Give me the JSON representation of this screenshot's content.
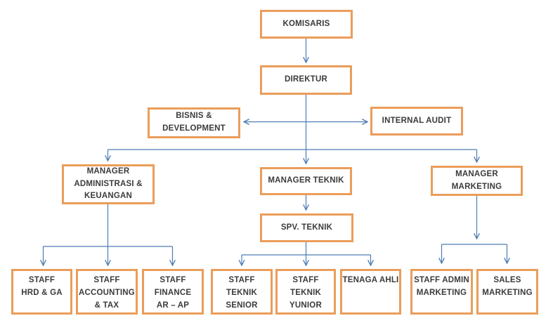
{
  "chart": {
    "type": "org-chart",
    "nodes": {
      "komisaris": {
        "label": "KOMISARIS"
      },
      "direktur": {
        "label": "DIREKTUR"
      },
      "bisnis_development": {
        "label": "BISNIS &\nDEVELOPMENT"
      },
      "internal_audit": {
        "label": "INTERNAL AUDIT"
      },
      "manager_adm_keuangan": {
        "label": "MANAGER\nADMINISTRASI &\nKEUANGAN"
      },
      "manager_teknik": {
        "label": "MANAGER TEKNIK"
      },
      "spv_teknik": {
        "label": "SPV. TEKNIK"
      },
      "manager_marketing": {
        "label": "MANAGER\nMARKETING"
      },
      "staff_hrd_ga": {
        "label": "STAFF\nHRD & GA"
      },
      "staff_accounting_tax": {
        "label": "STAFF\nACCOUNTING\n& TAX"
      },
      "staff_finance_ar_ap": {
        "label": "STAFF\nFINANCE\nAR – AP"
      },
      "staff_teknik_senior": {
        "label": "STAFF TEKNIK\nSENIOR"
      },
      "staff_teknik_yunior": {
        "label": "STAFF TEKNIK\nYUNIOR"
      },
      "tenaga_ahli": {
        "label": "TENAGA AHLI"
      },
      "staff_admin_marketing": {
        "label": "STAFF ADMIN\nMARKETING"
      },
      "sales_marketing": {
        "label": "SALES\nMARKETING"
      }
    },
    "edges": [
      {
        "from": "komisaris",
        "to": "direktur",
        "style": "arrow"
      },
      {
        "from": "direktur",
        "to": "bisnis_development",
        "style": "double-arrow"
      },
      {
        "from": "direktur",
        "to": "internal_audit",
        "style": "double-arrow"
      },
      {
        "from": "direktur",
        "to": "manager_adm_keuangan",
        "style": "arrow"
      },
      {
        "from": "direktur",
        "to": "manager_teknik",
        "style": "arrow"
      },
      {
        "from": "direktur",
        "to": "manager_marketing",
        "style": "arrow"
      },
      {
        "from": "manager_adm_keuangan",
        "to": "staff_hrd_ga",
        "style": "arrow"
      },
      {
        "from": "manager_adm_keuangan",
        "to": "staff_accounting_tax",
        "style": "arrow"
      },
      {
        "from": "manager_adm_keuangan",
        "to": "staff_finance_ar_ap",
        "style": "arrow"
      },
      {
        "from": "manager_teknik",
        "to": "spv_teknik",
        "style": "arrow"
      },
      {
        "from": "spv_teknik",
        "to": "staff_teknik_senior",
        "style": "arrow"
      },
      {
        "from": "spv_teknik",
        "to": "staff_teknik_yunior",
        "style": "arrow"
      },
      {
        "from": "spv_teknik",
        "to": "tenaga_ahli",
        "style": "arrow"
      },
      {
        "from": "manager_marketing",
        "to": "staff_admin_marketing",
        "style": "arrow"
      },
      {
        "from": "manager_marketing",
        "to": "sales_marketing",
        "style": "arrow"
      }
    ],
    "colors": {
      "box_border": "#EB9D5A",
      "box_fill": "#FFFFFF",
      "connector": "#4E7CB3",
      "text": "#3B3B3B",
      "background": "#FFFFFF"
    }
  }
}
